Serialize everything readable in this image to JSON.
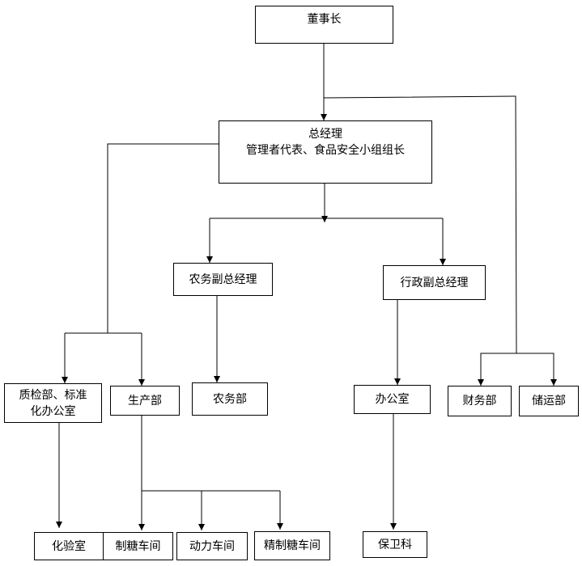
{
  "org_chart": {
    "chairman": "董事长",
    "general_manager": {
      "title": "总经理",
      "subtitle": "管理者代表、食品安全小组组长"
    },
    "agri_vp": "农务副总经理",
    "admin_vp": "行政副总经理",
    "quality_dept": {
      "line1": "质检部、标准",
      "line2": "化办公室"
    },
    "production_dept": "生产部",
    "agri_dept": "农务部",
    "office": "办公室",
    "finance_dept": "财务部",
    "logistics_dept": "储运部",
    "lab": "化验室",
    "sugar_workshop": "制糖车间",
    "power_workshop": "动力车间",
    "refined_sugar_workshop": "精制糖车间",
    "security": "保卫科"
  }
}
